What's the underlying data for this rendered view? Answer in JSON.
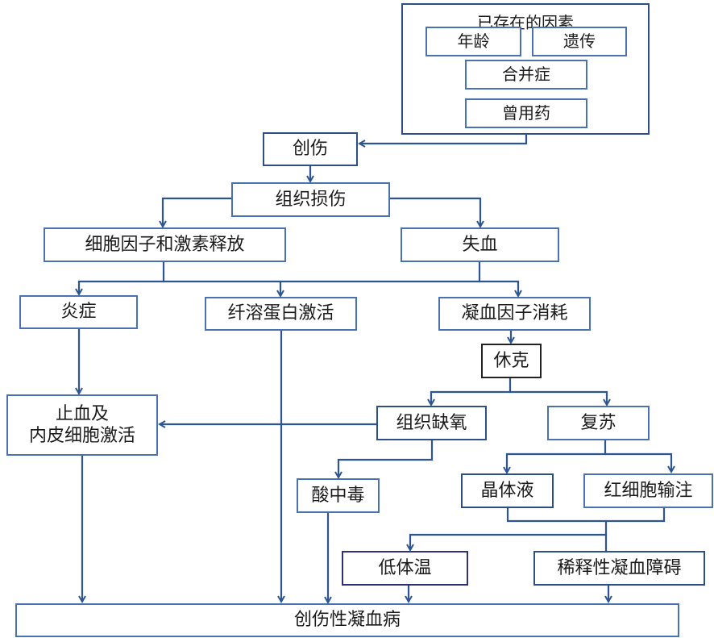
{
  "colors": {
    "edge": "#2d5592",
    "node_border": "#4a72b0"
  },
  "preexisting": {
    "title": "已存在的因素",
    "items": [
      "年龄",
      "遗传",
      "合并症",
      "曾用药"
    ]
  },
  "nodes": {
    "trauma": "创伤",
    "tissue_injury": "组织损伤",
    "cytokine_release": "细胞因子和激素释放",
    "blood_loss": "失血",
    "inflammation": "炎症",
    "fibrinolysis": "纤溶蛋白激活",
    "factor_consumption": "凝血因子消耗",
    "shock": "休克",
    "hemostasis": "止血及\n内皮细胞激活",
    "hypoxia": "组织缺氧",
    "resuscitation": "复苏",
    "acidosis": "酸中毒",
    "crystalloid": "晶体液",
    "rbc_transfusion": "红细胞输注",
    "hypothermia": "低体温",
    "dilution": "稀释性凝血障碍",
    "tic": "创伤性凝血病"
  }
}
